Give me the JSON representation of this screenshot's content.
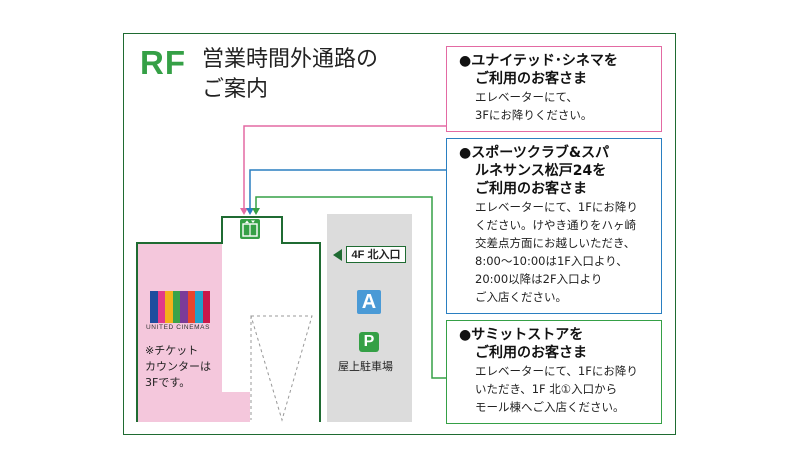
{
  "header": {
    "badge": "RF",
    "title_line1": "営業時間外通路の",
    "title_line2": "ご案内"
  },
  "colors": {
    "frame": "#1f6b32",
    "green_accent": "#35a046",
    "pink": "#e36aa3",
    "pink_zone": "#f4c7dc",
    "blue": "#2a7fc1",
    "gray_zone": "#dcdcdc"
  },
  "map": {
    "cinema_logo_text": "UNITED CINEMAS",
    "ticket_note_lines": [
      "※チケット",
      "カウンターは",
      "3Fです。"
    ],
    "gate_label": "4F 北入口",
    "building_a_label": "A",
    "parking_icon_label": "P",
    "parking_label": "屋上駐車場",
    "elevator_icon": "elevator-icon"
  },
  "boxes": {
    "cinema": {
      "heading_lines": [
        "●ユナイテッド･シネマを",
        "ご利用のお客さま"
      ],
      "body_lines": [
        "エレベーターにて、",
        "3Fにお降りください。"
      ]
    },
    "sports": {
      "heading_lines": [
        "●スポーツクラブ&スパ",
        "ルネサンス松戸24を",
        "ご利用のお客さま"
      ],
      "body_lines": [
        "エレベーターにて、1Fにお降り",
        "ください。けやき通りをハヶ崎",
        "交差点方面にお越しいただき、",
        "8:00～10:00は1F入口より、",
        "20:00以降は2F入口より",
        "ご入店ください。"
      ]
    },
    "summit": {
      "heading_lines": [
        "●サミットストアを",
        "ご利用のお客さま"
      ],
      "body_lines": [
        "エレベーターにて、1Fにお降り",
        "いただき、1F 北①入口から",
        "モール棟へご入店ください。"
      ]
    }
  }
}
